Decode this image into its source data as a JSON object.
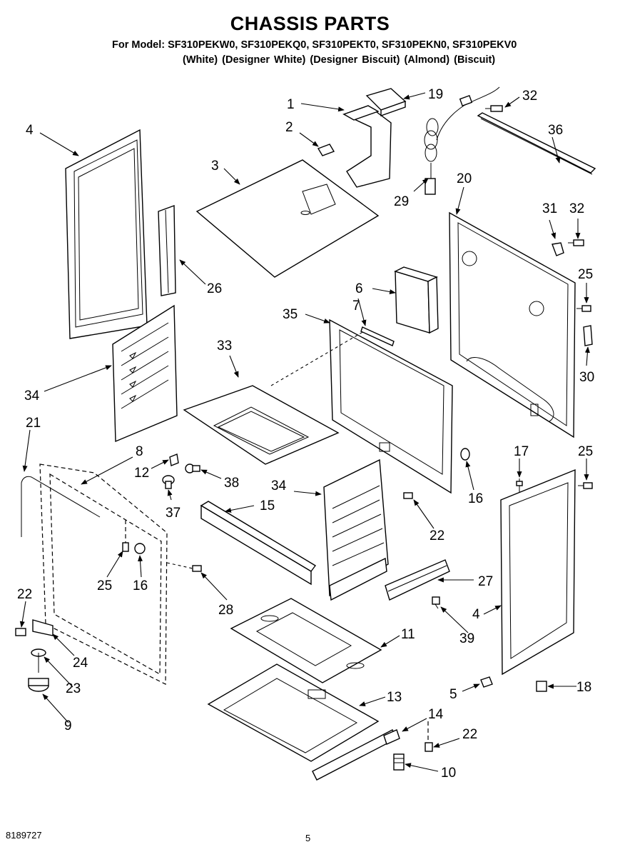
{
  "header": {
    "title": "CHASSIS PARTS",
    "models_line": "For Model: SF310PEKW0, SF310PEKQ0, SF310PEKT0, SF310PEKN0, SF310PEKV0",
    "colors_line": "(White)    (Designer White)  (Designer Biscuit)  (Almond)  (Biscuit)"
  },
  "footer": {
    "doc_number": "8189727",
    "page_number": "5"
  },
  "callouts": {
    "c1": "1",
    "c2": "2",
    "c3": "3",
    "c4a": "4",
    "c4b": "4",
    "c5": "5",
    "c6": "6",
    "c7": "7",
    "c8": "8",
    "c9": "9",
    "c10": "10",
    "c11": "11",
    "c12": "12",
    "c13": "13",
    "c14": "14",
    "c15": "15",
    "c16a": "16",
    "c16b": "16",
    "c17": "17",
    "c18": "18",
    "c19": "19",
    "c20": "20",
    "c21": "21",
    "c22a": "22",
    "c22b": "22",
    "c22c": "22",
    "c23": "23",
    "c24": "24",
    "c25a": "25",
    "c25b": "25",
    "c25c": "25",
    "c26": "26",
    "c27": "27",
    "c28": "28",
    "c29": "29",
    "c30": "30",
    "c31": "31",
    "c32a": "32",
    "c32b": "32",
    "c33": "33",
    "c34a": "34",
    "c34b": "34",
    "c35": "35",
    "c36": "36",
    "c37": "37",
    "c38": "38",
    "c39": "39"
  }
}
